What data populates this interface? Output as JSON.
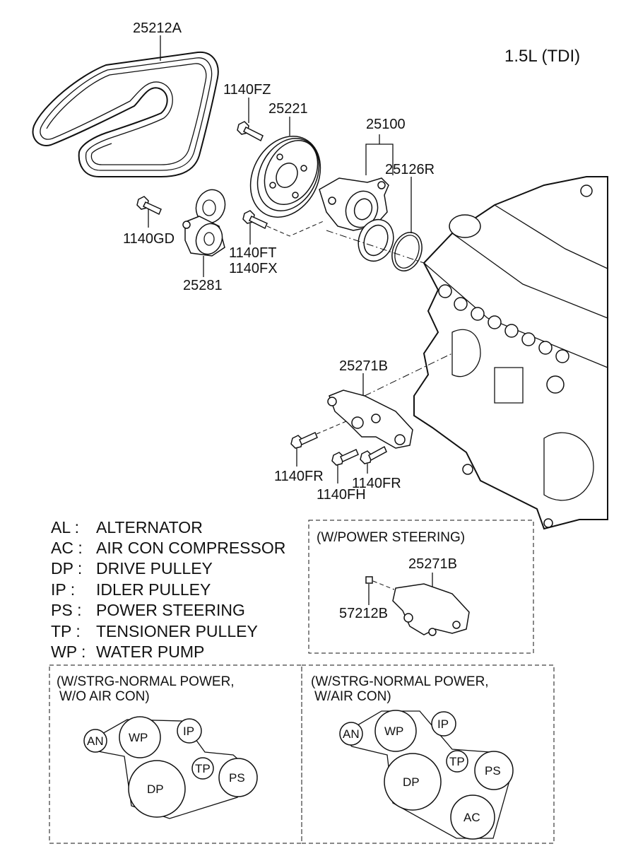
{
  "engine_label": "1.5L (TDI)",
  "part_labels": {
    "belt": "25212A",
    "bolt_fz": "1140FZ",
    "pulley": "25221",
    "water_pump": "25100",
    "gasket": "25126R",
    "bolt_gd": "1140GD",
    "tensioner": "25281",
    "bolt_ft": "1140FT",
    "bolt_fx": "1140FX",
    "bracket": "25271B",
    "bolt_fr_a": "1140FR",
    "bolt_fh": "1140FH",
    "bolt_fr_b": "1140FR"
  },
  "legend": [
    {
      "abbr": "AL :",
      "name": "ALTERNATOR"
    },
    {
      "abbr": "AC :",
      "name": "AIR CON COMPRESSOR"
    },
    {
      "abbr": "DP :",
      "name": "DRIVE PULLEY"
    },
    {
      "abbr": "IP  :",
      "name": "IDLER PULLEY"
    },
    {
      "abbr": "PS :",
      "name": "POWER STEERING"
    },
    {
      "abbr": "TP :",
      "name": "TENSIONER PULLEY"
    },
    {
      "abbr": "WP :",
      "name": "WATER PUMP"
    }
  ],
  "power_steering_box": {
    "title": "(W/POWER STEERING)",
    "bracket_label": "25271B",
    "plug_label": "57212B"
  },
  "layout_no_ac": {
    "title_line1": "(W/STRG-NORMAL POWER,",
    "title_line2": "W/O AIR CON)",
    "pulleys": {
      "an": "AN",
      "wp": "WP",
      "ip": "IP",
      "tp": "TP",
      "dp": "DP",
      "ps": "PS"
    }
  },
  "layout_with_ac": {
    "title_line1": "(W/STRG-NORMAL POWER,",
    "title_line2": "W/AIR CON)",
    "pulleys": {
      "an": "AN",
      "wp": "WP",
      "ip": "IP",
      "tp": "TP",
      "dp": "DP",
      "ps": "PS",
      "ac": "AC"
    }
  }
}
